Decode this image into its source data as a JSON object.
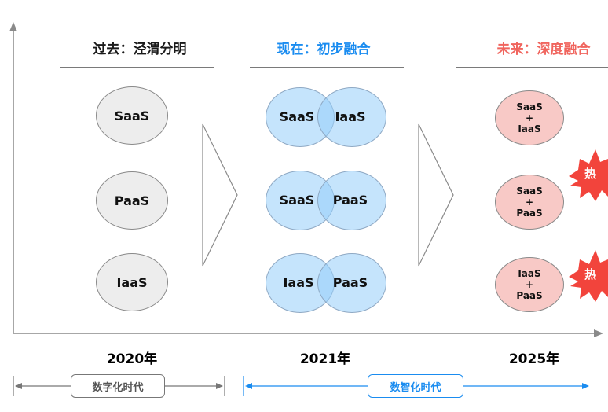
{
  "columns": [
    {
      "title": "过去：泾渭分明",
      "color": "#1a1a1a"
    },
    {
      "title": "现在：初步融合",
      "color": "#1a8cf0"
    },
    {
      "title": "未来：深度融合",
      "color": "#f0655e"
    }
  ],
  "past": [
    "SaaS",
    "PaaS",
    "IaaS"
  ],
  "present": [
    {
      "left": "SaaS",
      "right": "IaaS"
    },
    {
      "left": "SaaS",
      "right": "PaaS"
    },
    {
      "left": "IaaS",
      "right": "PaaS"
    }
  ],
  "future": [
    {
      "top": "SaaS",
      "mid": "+",
      "bottom": "IaaS"
    },
    {
      "top": "SaaS",
      "mid": "+",
      "bottom": "PaaS"
    },
    {
      "top": "IaaS",
      "mid": "+",
      "bottom": "PaaS"
    }
  ],
  "hot_label": "热",
  "years": [
    "2020年",
    "2021年",
    "2025年"
  ],
  "eras": [
    {
      "label": "数字化时代",
      "color": "#777777"
    },
    {
      "label": "数智化时代",
      "color": "#1a8cf0"
    }
  ],
  "colors": {
    "gray_fill": "#ededed",
    "blue_fill": "#bfe0fb",
    "pink_fill": "#f8c9c6",
    "burst": "#f2443c"
  }
}
